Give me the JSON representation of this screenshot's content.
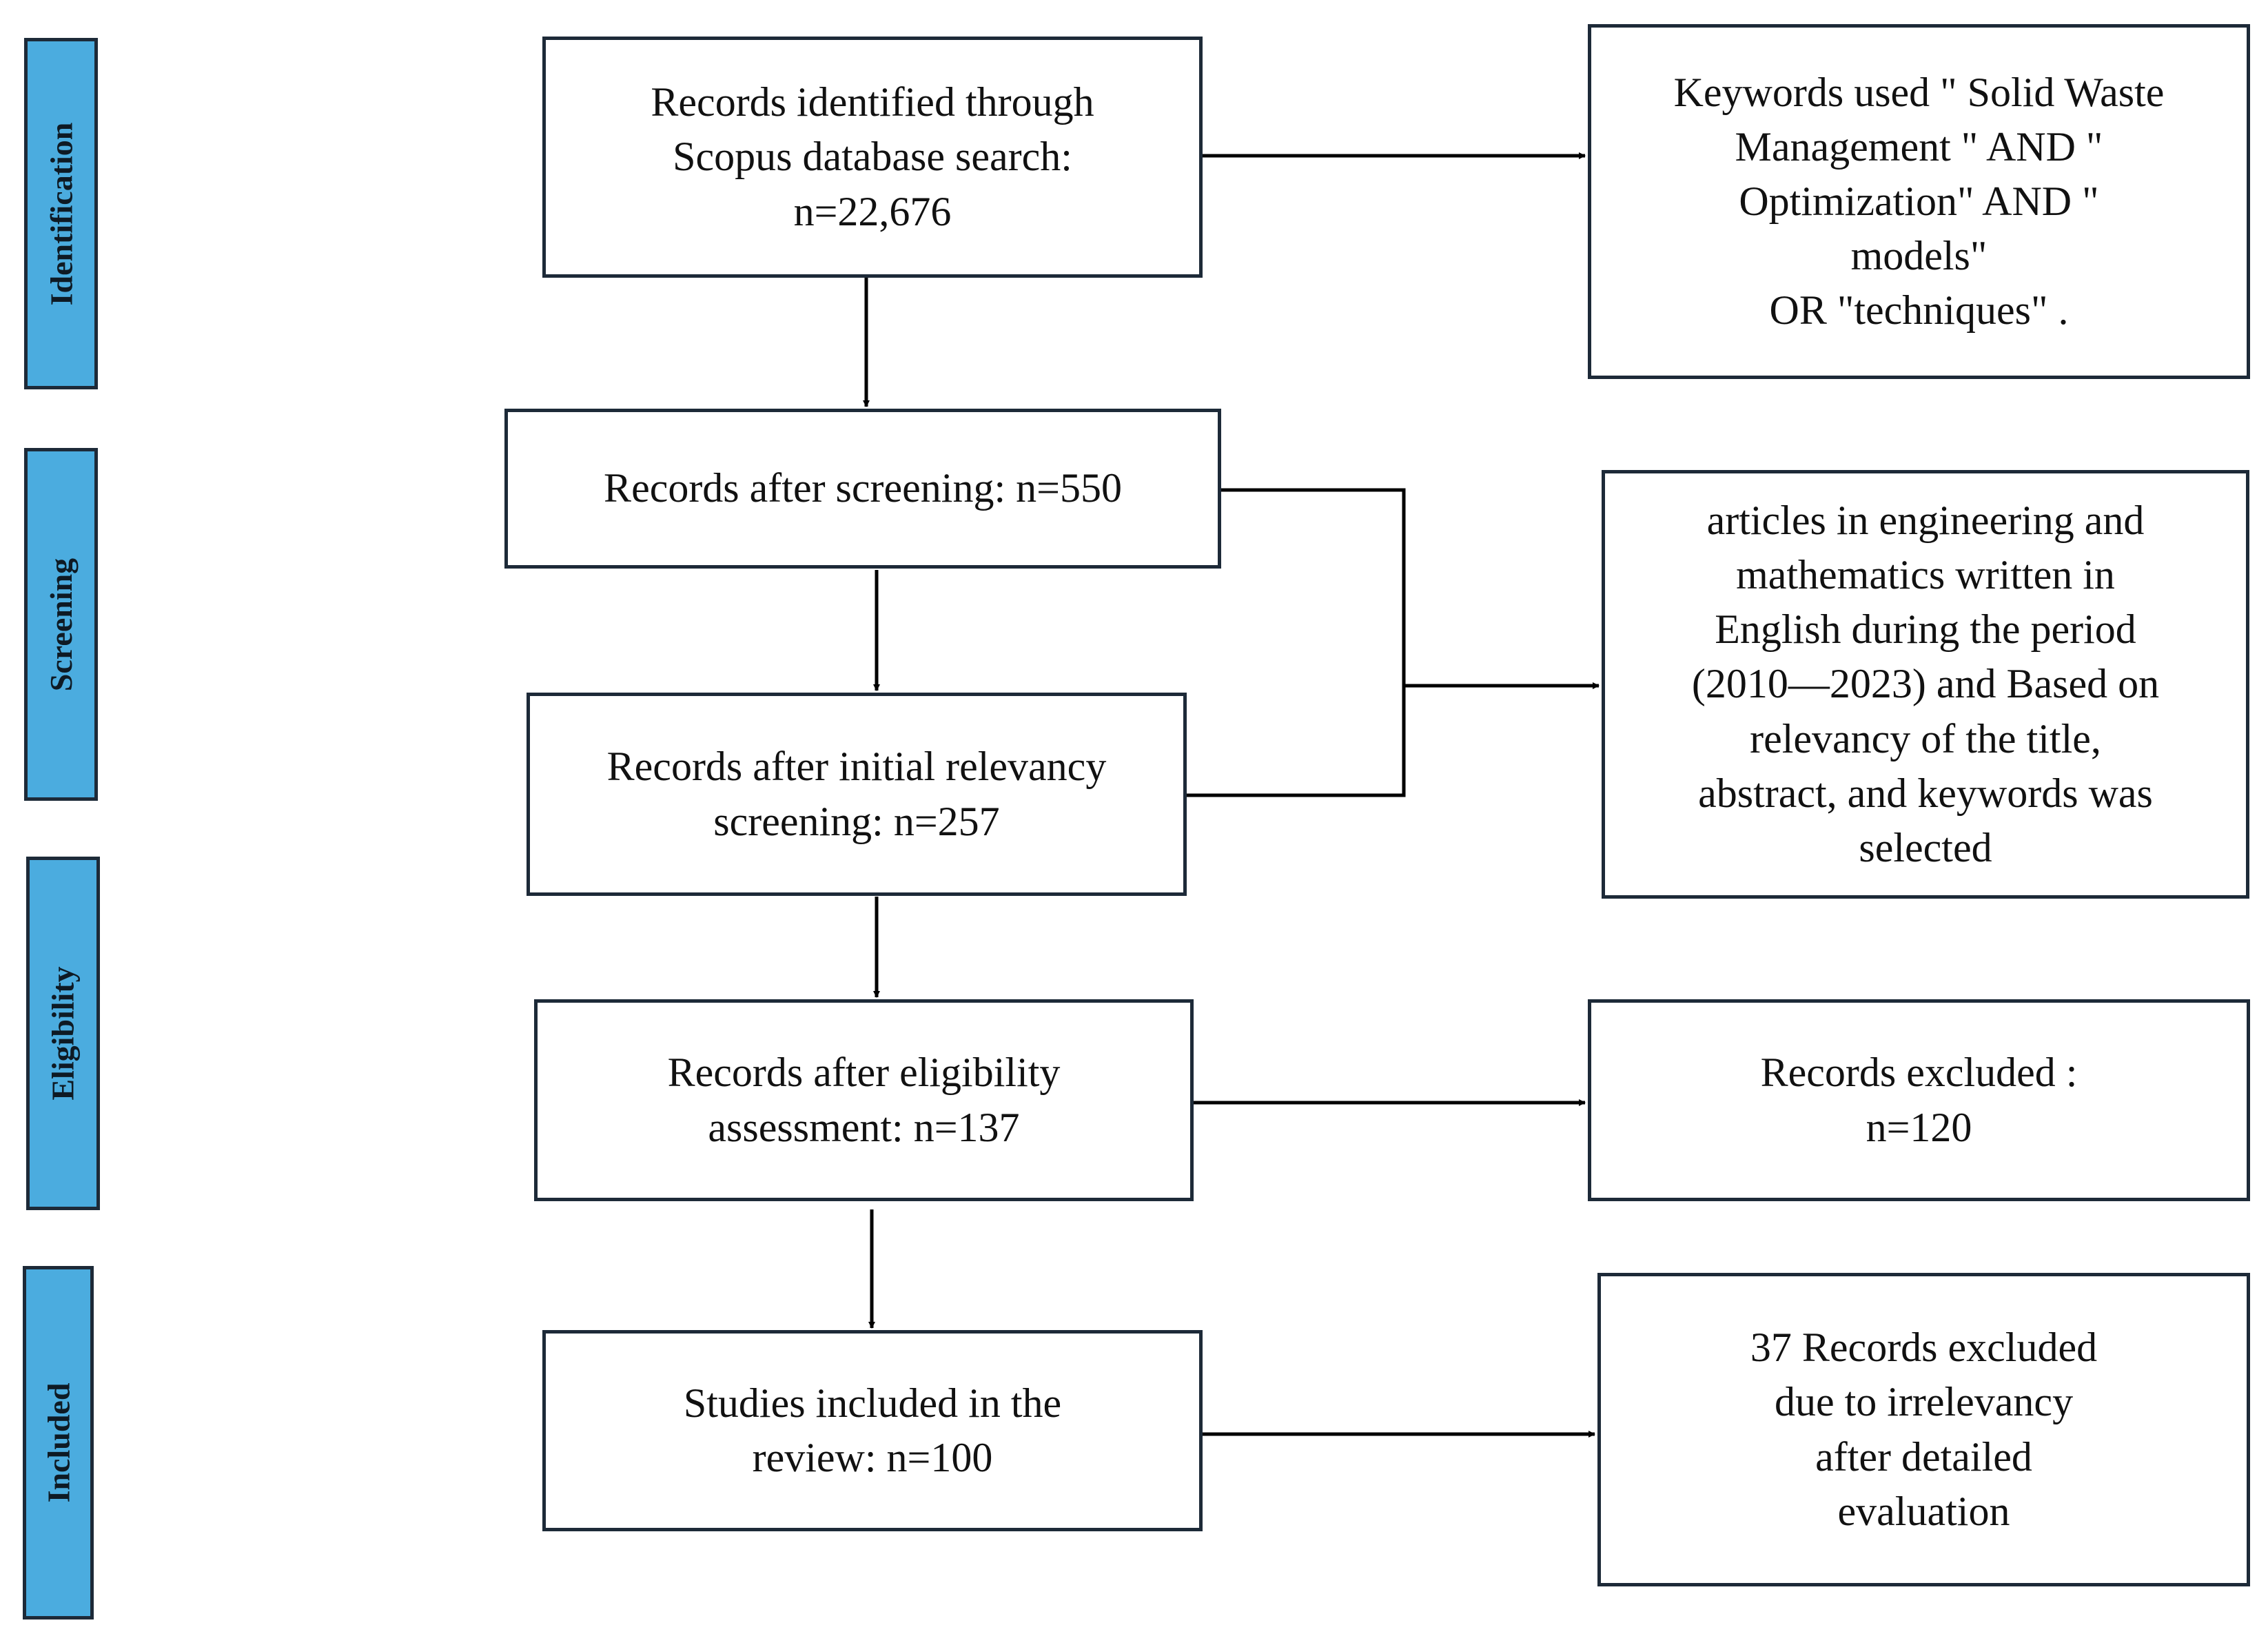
{
  "style": {
    "stage_fill": "#4BACDF",
    "border_color": "#1D2A38",
    "line_color": "#000000"
  },
  "stages": {
    "identification": "Identification",
    "screening": "Screening",
    "eligibility": "Eligibility",
    "included": "Included"
  },
  "flow": {
    "identified": "Records identified through\nScopus database search:\nn=22,676",
    "after_screening": "Records  after screening: n=550",
    "after_relevancy": "Records  after initial relevancy\nscreening: n=257",
    "after_eligibility": "Records  after eligibility\nassessment: n=137",
    "included": "Studies included in the\nreview: n=100"
  },
  "notes": {
    "keywords": "Keywords used \" Solid Waste\nManagement \" AND \"\nOptimization\" AND \"\nmodels\"\nOR \"techniques\" .",
    "criteria": "articles in engineering and\nmathematics written in\nEnglish during the period\n(2010—2023) and Based on\nrelevancy of the title,\nabstract, and keywords was\nselected",
    "excluded_eligibility": "Records  excluded :\nn=120",
    "excluded_irrelevant": "37 Records  excluded\ndue to irrelevancy\nafter detailed\nevaluation"
  }
}
